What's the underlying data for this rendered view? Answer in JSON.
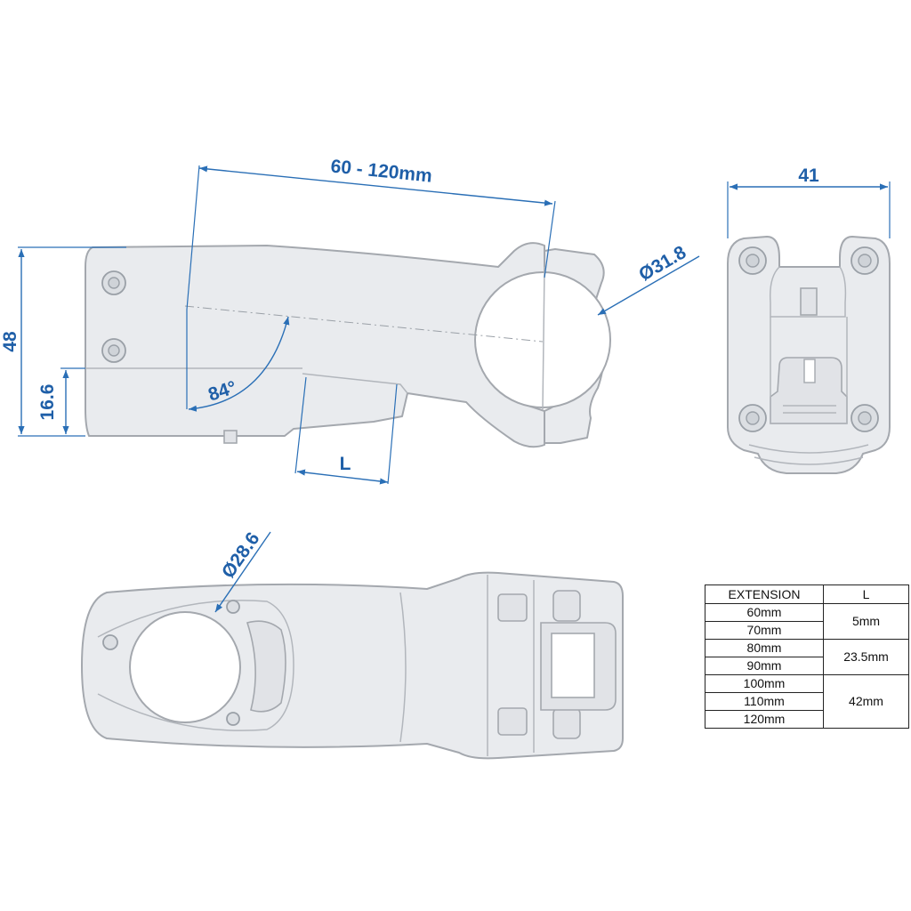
{
  "dimensions": {
    "length_range": "60 - 120mm",
    "stack_height": "48",
    "lower_height": "16.6",
    "angle": "84°",
    "offset": "L",
    "bar_clamp": "Ø31.8",
    "clamp_width": "41",
    "steerer": "Ø28.6"
  },
  "table": {
    "headers": [
      "EXTENSION",
      "L"
    ],
    "groups": [
      {
        "extensions": [
          "60mm",
          "70mm"
        ],
        "l": "5mm"
      },
      {
        "extensions": [
          "80mm",
          "90mm"
        ],
        "l": "23.5mm"
      },
      {
        "extensions": [
          "100mm",
          "110mm",
          "120mm"
        ],
        "l": "42mm"
      }
    ]
  },
  "colors": {
    "dimension": "#2a6fb6",
    "part_fill": "#e9ebee",
    "part_outline": "#a4a8ae"
  }
}
